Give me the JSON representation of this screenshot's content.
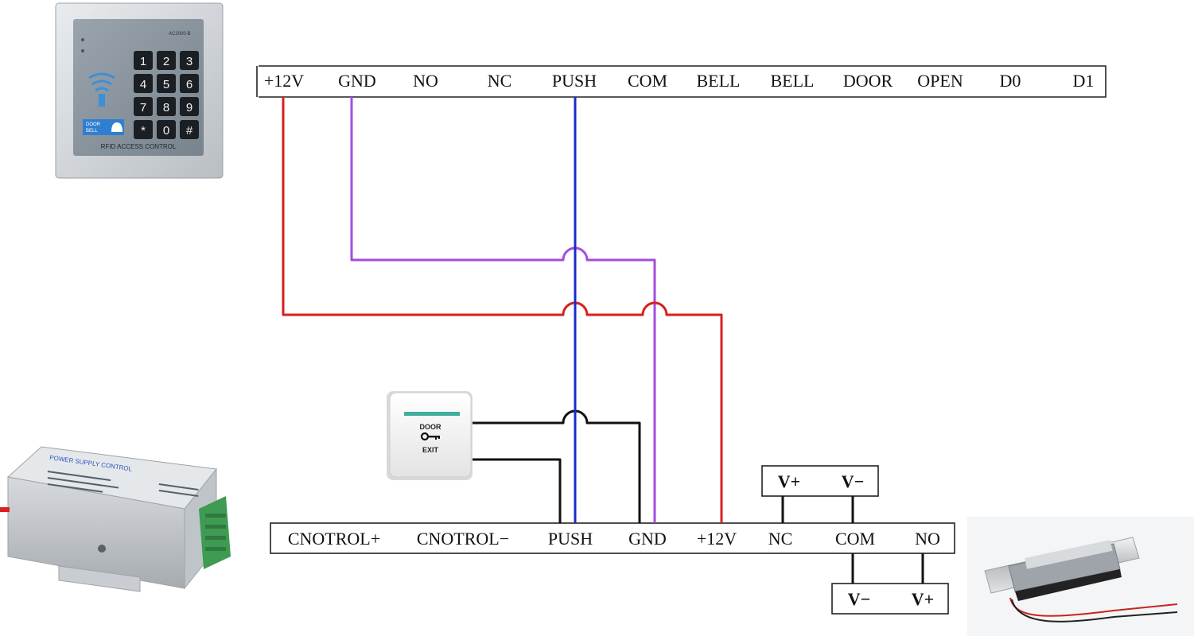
{
  "keypad": {
    "keys": [
      "1",
      "2",
      "3",
      "4",
      "5",
      "6",
      "7",
      "8",
      "9",
      "*",
      "0",
      "#"
    ],
    "caption": "RFID ACCESS CONTROL",
    "badge_lines": [
      "DOOR",
      "BELL"
    ],
    "model": "AC2000-B"
  },
  "controller_terminals": [
    "+12V",
    "GND",
    "NO",
    "NC",
    "PUSH",
    "COM",
    "BELL",
    "BELL",
    "DOOR",
    "OPEN",
    "D0",
    "D1"
  ],
  "power_supply": {
    "title": "POWER SUPPLY CONTROL"
  },
  "psu_terminals": [
    "CNOTROL+",
    "CNOTROL−",
    "PUSH",
    "GND",
    "+12V",
    "NC",
    "COM",
    "NO"
  ],
  "exit_button": {
    "line1": "DOOR",
    "line2": "EXIT"
  },
  "relay_top": [
    "V+",
    "V−"
  ],
  "relay_bottom": [
    "V−",
    "V+"
  ],
  "colors": {
    "red": "#d81f1f",
    "purple": "#a64bdc",
    "blue": "#1c2bc9",
    "black": "#111111"
  }
}
